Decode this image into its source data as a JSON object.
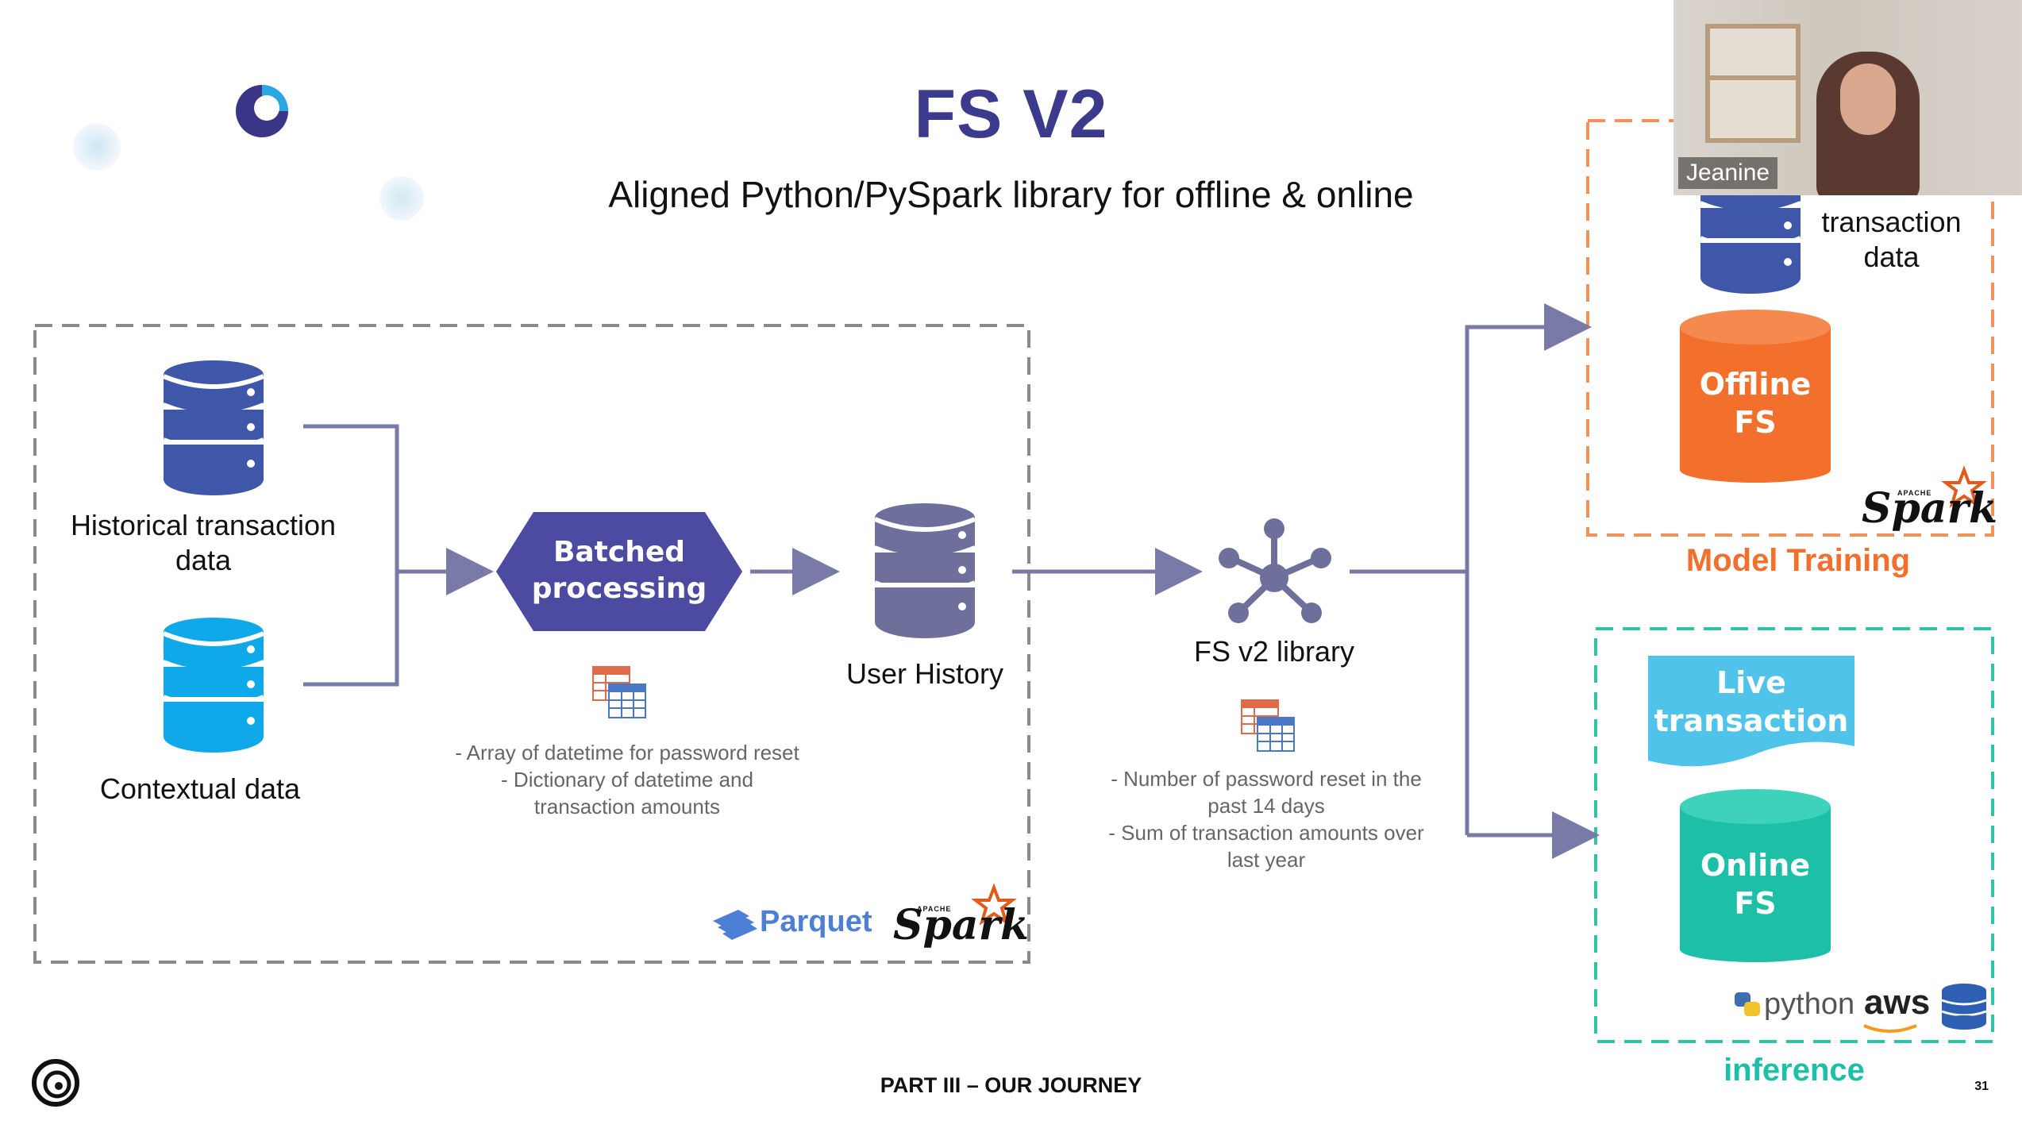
{
  "slide": {
    "title": "FS V2",
    "subtitle": "Aligned Python/PySpark library for offline & online",
    "footer": "PART III – OUR JOURNEY",
    "page_number": "31"
  },
  "sources": {
    "historical": {
      "label_line1": "Historical transaction",
      "label_line2": "data"
    },
    "contextual": {
      "label": "Contextual data"
    }
  },
  "batch": {
    "line1": "Batched",
    "line2": "processing",
    "notes": [
      "- Array of datetime for password reset",
      "- Dictionary of datetime and",
      "transaction amounts"
    ]
  },
  "user_history": {
    "label": "User History"
  },
  "library": {
    "label": "FS v2 library",
    "notes": [
      "- Number of password reset in the",
      "past 14 days",
      "- Sum of transaction amounts over",
      "last year"
    ]
  },
  "model_training": {
    "title": "Model Training",
    "historical_line1": "transaction",
    "historical_line2": "data",
    "offline_line1": "Offline",
    "offline_line2": "FS"
  },
  "inference": {
    "title": "inference",
    "live_line1": "Live",
    "live_line2": "transaction",
    "online_line1": "Online",
    "online_line2": "FS",
    "python_text": "python",
    "aws_text": "aws"
  },
  "brands": {
    "parquet": "Parquet",
    "spark": "Spark",
    "apache": "APACHE"
  },
  "webcam": {
    "name": "Jeanine"
  },
  "colors": {
    "title": "#3c3a8c",
    "db_blue": "#3f57a8",
    "db_cyan": "#0fa8e8",
    "db_gray": "#6f6f9c",
    "hexagon": "#4c4ba1",
    "arrow": "#7a7aa8",
    "offline": "#f26f2c",
    "online": "#1dbfa6",
    "live": "#4fc3ea",
    "orange_text": "#f26f2c",
    "teal_text": "#1dbfa6"
  },
  "icons": [
    "app-logo-icon",
    "ubisoft-logo-icon",
    "database-icon",
    "table-icon",
    "network-hub-icon",
    "spark-logo-icon",
    "parquet-logo-icon",
    "python-logo-icon",
    "aws-logo-icon"
  ]
}
